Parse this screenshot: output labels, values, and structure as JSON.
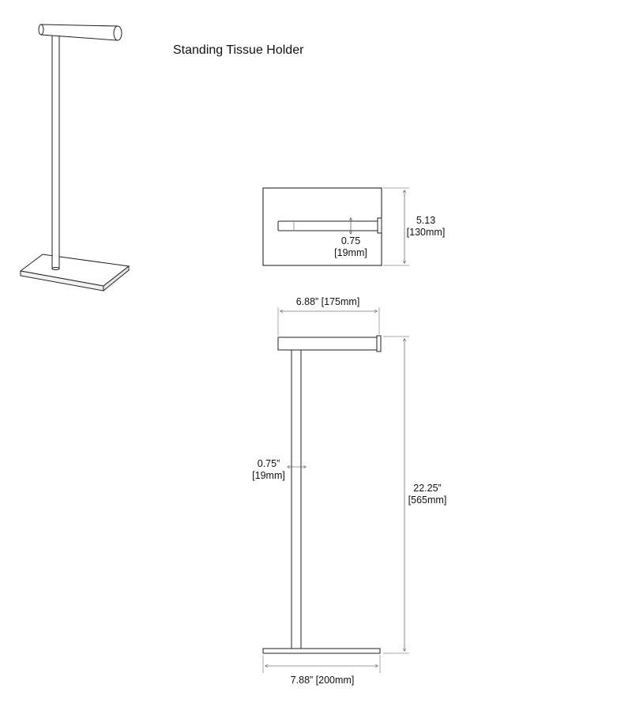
{
  "title": "Standing Tissue Holder",
  "top_view": {
    "depth_line1": "5.13",
    "depth_line2": "[130mm]",
    "rod_line1": "0.75",
    "rod_line2": "[19mm]"
  },
  "front_view": {
    "arm_width": "6.88” [175mm]",
    "post_line1": "0.75”",
    "post_line2": "[19mm]",
    "height_line1": "22.25”",
    "height_line2": "[565mm]",
    "base_width": "7.88” [200mm]"
  }
}
